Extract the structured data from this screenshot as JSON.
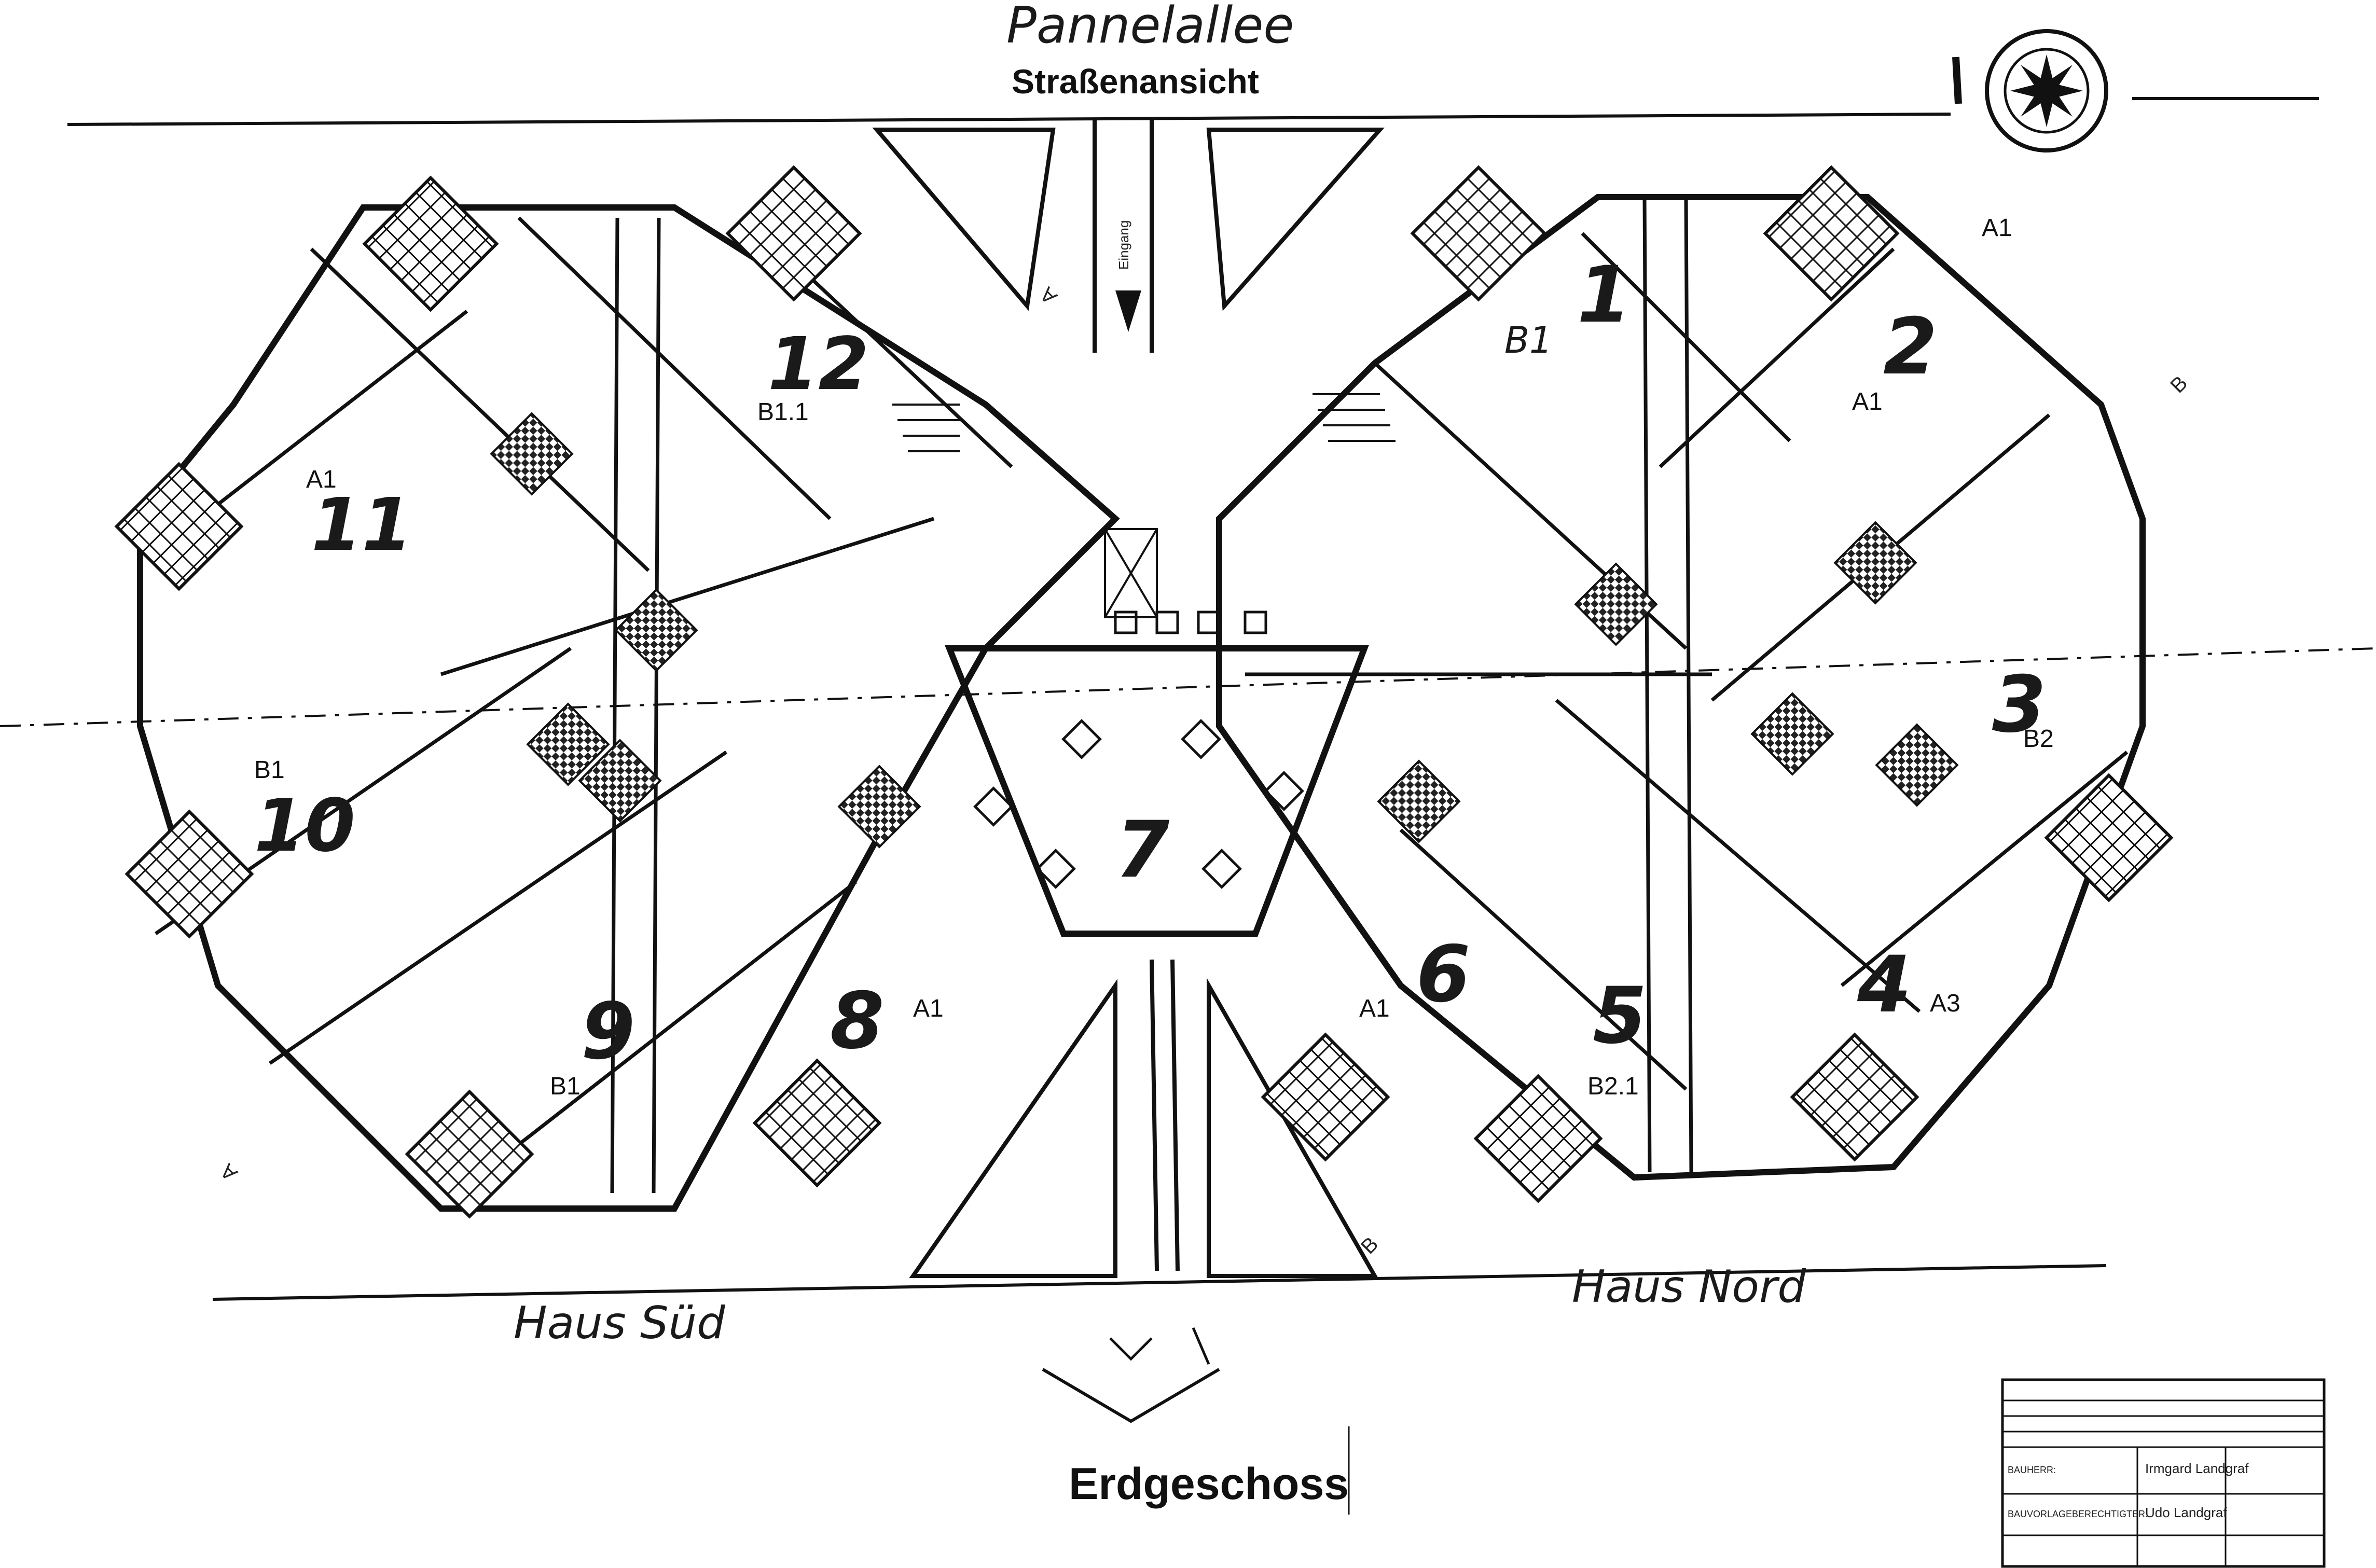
{
  "header": {
    "street": "Pannelallee",
    "view": "Straßenansicht"
  },
  "footer": {
    "house_south": "Haus Süd",
    "house_north": "Haus Nord",
    "floor": "Erdgeschoss"
  },
  "entrance_label": "Eingang",
  "section_marks": {
    "a": "A",
    "b": "B"
  },
  "units": [
    {
      "number": "1",
      "type": "B1"
    },
    {
      "number": "2",
      "type": "A1"
    },
    {
      "number": "3",
      "type": "B2"
    },
    {
      "number": "4",
      "type": "A3"
    },
    {
      "number": "5",
      "type": "B2.1"
    },
    {
      "number": "6",
      "type": "A1"
    },
    {
      "number": "7",
      "type": ""
    },
    {
      "number": "8",
      "type": "A1"
    },
    {
      "number": "9",
      "type": "B1"
    },
    {
      "number": "10",
      "type": "B1"
    },
    {
      "number": "11",
      "type": "A1"
    },
    {
      "number": "12",
      "type": "B1.1"
    }
  ],
  "extra_labels": {
    "corner_type": "A1"
  },
  "title_block": {
    "owner_label": "BAUHERR:",
    "owner_name": "Irmgard Landgraf",
    "contractor_label": "BAUVORLAGEBERECHTIGTER:",
    "contractor_name": "Udo Landgraf"
  },
  "colors": {
    "ink": "#111111",
    "paper": "#ffffff"
  },
  "icons": {
    "north": "compass-rose-icon"
  }
}
